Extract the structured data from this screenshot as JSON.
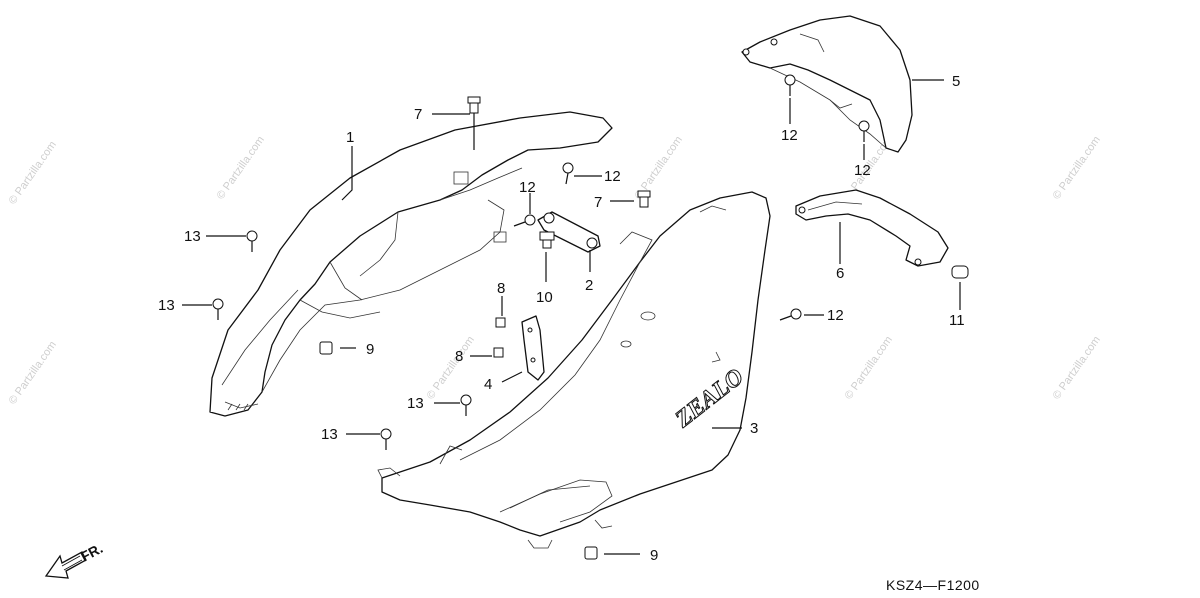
{
  "watermark": "© Partzilla.com",
  "diagram_code": "KSZ4—F1200",
  "direction_label": "FR.",
  "logo_text": "ZEALO",
  "callouts": [
    {
      "id": "c1",
      "text": "1"
    },
    {
      "id": "c2",
      "text": "2"
    },
    {
      "id": "c3",
      "text": "3"
    },
    {
      "id": "c4",
      "text": "4"
    },
    {
      "id": "c5",
      "text": "5"
    },
    {
      "id": "c6",
      "text": "6"
    },
    {
      "id": "c7a",
      "text": "7"
    },
    {
      "id": "c7b",
      "text": "7"
    },
    {
      "id": "c8a",
      "text": "8"
    },
    {
      "id": "c8b",
      "text": "8"
    },
    {
      "id": "c9a",
      "text": "9"
    },
    {
      "id": "c9b",
      "text": "9"
    },
    {
      "id": "c10",
      "text": "10"
    },
    {
      "id": "c11",
      "text": "11"
    },
    {
      "id": "c12a",
      "text": "12"
    },
    {
      "id": "c12b",
      "text": "12"
    },
    {
      "id": "c12c",
      "text": "12"
    },
    {
      "id": "c12d",
      "text": "12"
    },
    {
      "id": "c12e",
      "text": "12"
    },
    {
      "id": "c13a",
      "text": "13"
    },
    {
      "id": "c13b",
      "text": "13"
    },
    {
      "id": "c13c",
      "text": "13"
    },
    {
      "id": "c13d",
      "text": "13"
    }
  ]
}
